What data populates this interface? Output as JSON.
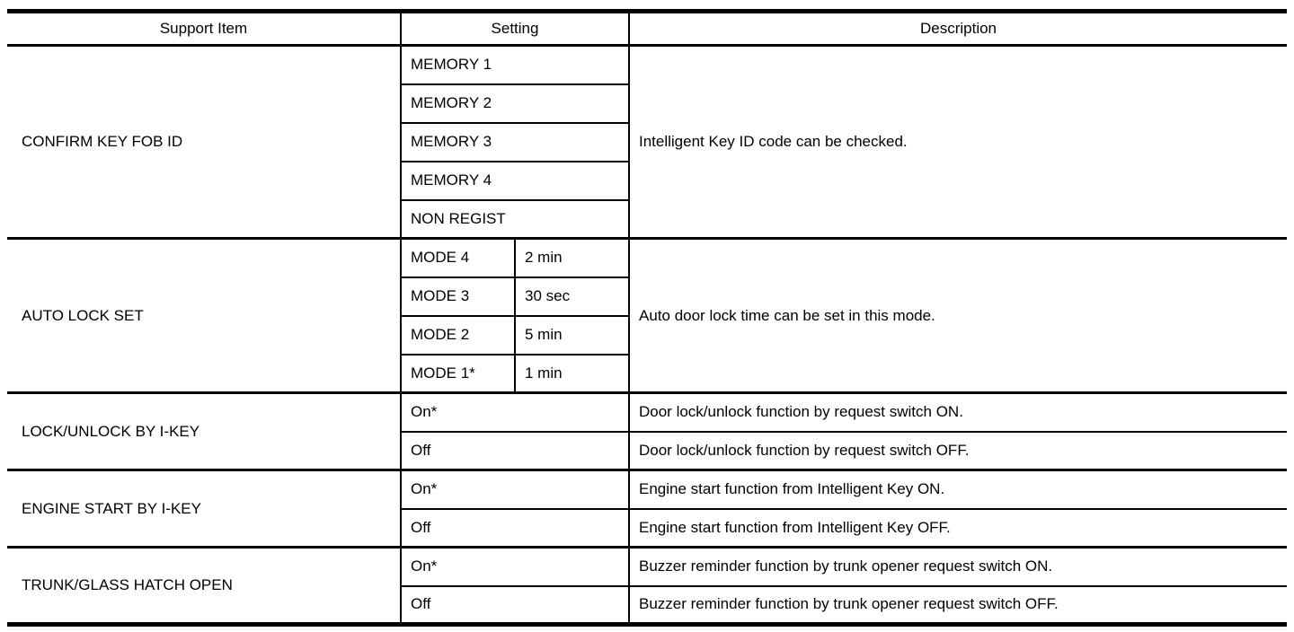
{
  "colors": {
    "background": "#ffffff",
    "border": "#000000",
    "text": "#000000"
  },
  "table": {
    "headers": {
      "support_item": "Support Item",
      "setting": "Setting",
      "description": "Description"
    },
    "sections": [
      {
        "item": "CONFIRM KEY FOB ID",
        "settings": [
          "MEMORY 1",
          "MEMORY 2",
          "MEMORY 3",
          "MEMORY 4",
          "NON REGIST"
        ],
        "description": "Intelligent Key ID code can be checked."
      },
      {
        "item": "AUTO LOCK SET",
        "settings": [
          {
            "mode": "MODE 4",
            "time": "2 min"
          },
          {
            "mode": "MODE 3",
            "time": "30 sec"
          },
          {
            "mode": "MODE 2",
            "time": "5 min"
          },
          {
            "mode": "MODE 1*",
            "time": "1 min"
          }
        ],
        "description": "Auto door lock time can be set in this mode."
      },
      {
        "item": "LOCK/UNLOCK BY I-KEY",
        "rows": [
          {
            "setting": "On*",
            "description": "Door lock/unlock function by request switch ON."
          },
          {
            "setting": "Off",
            "description": "Door lock/unlock function by request switch OFF."
          }
        ]
      },
      {
        "item": "ENGINE START BY I-KEY",
        "rows": [
          {
            "setting": "On*",
            "description": "Engine start function from Intelligent Key ON."
          },
          {
            "setting": "Off",
            "description": "Engine start function from Intelligent Key OFF."
          }
        ]
      },
      {
        "item": "TRUNK/GLASS HATCH OPEN",
        "rows": [
          {
            "setting": "On*",
            "description": "Buzzer reminder function by trunk opener request switch ON."
          },
          {
            "setting": "Off",
            "description": "Buzzer reminder function by trunk opener request switch OFF."
          }
        ]
      }
    ]
  }
}
